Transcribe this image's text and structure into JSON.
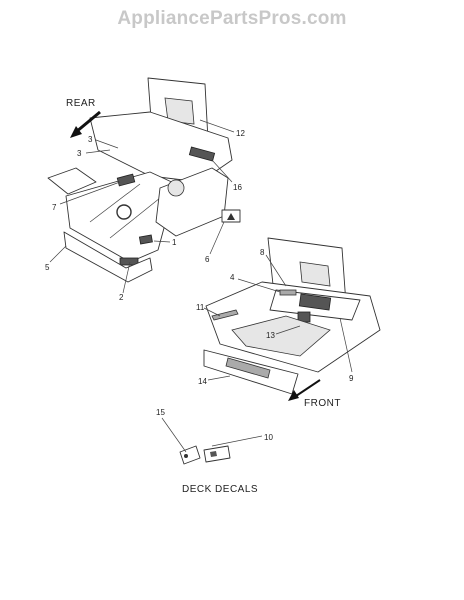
{
  "watermark": "AppliancePartsPros.com",
  "directions": {
    "rear": "REAR",
    "front": "FRONT"
  },
  "caption": "DECK DECALS",
  "callouts": [
    "1",
    "2",
    "3",
    "4",
    "5",
    "6",
    "7",
    "8",
    "9",
    "10",
    "11",
    "12",
    "13",
    "14",
    "15",
    "16"
  ]
}
